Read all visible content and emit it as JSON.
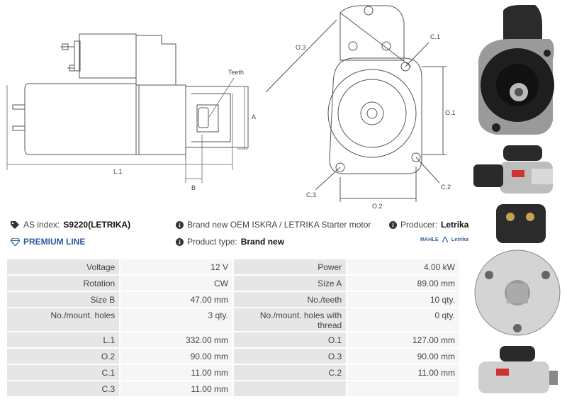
{
  "drawing": {
    "labels": {
      "teeth": "Teeth",
      "a": "A",
      "b": "B",
      "l1": "L.1",
      "o1": "O.1",
      "o2": "O.2",
      "o3": "O.3",
      "c1": "C.1",
      "c2": "C.2",
      "c3": "C.3"
    }
  },
  "info": {
    "as_index_label": "AS index:",
    "as_index_value": "S9220(LETRIKA)",
    "description": "Brand new OEM ISKRA / LETRIKA Starter motor",
    "producer_label": "Producer:",
    "producer_value": "Letrika",
    "premium_label": "PREMIUM LINE",
    "product_type_label": "Product type:",
    "product_type_value": "Brand new",
    "brand_logo_text": "MAHLE",
    "brand_logo_sub": "Letrika"
  },
  "specs": [
    {
      "l1": "Voltage",
      "v1": "12 V",
      "l2": "Power",
      "v2": "4.00 kW"
    },
    {
      "l1": "Rotation",
      "v1": "CW",
      "l2": "Size A",
      "v2": "89.00 mm"
    },
    {
      "l1": "Size B",
      "v1": "47.00 mm",
      "l2": "No./teeth",
      "v2": "10 qty."
    },
    {
      "l1": "No./mount. holes",
      "v1": "3 qty.",
      "l2": "No./mount. holes with thread",
      "v2": "0 qty."
    },
    {
      "l1": "L.1",
      "v1": "332.00 mm",
      "l2": "O.1",
      "v2": "127.00 mm"
    },
    {
      "l1": "O.2",
      "v1": "90.00 mm",
      "l2": "O.3",
      "v2": "90.00 mm"
    },
    {
      "l1": "C.1",
      "v1": "11.00 mm",
      "l2": "C.2",
      "v2": "11.00 mm"
    },
    {
      "l1": "C.3",
      "v1": "11.00 mm",
      "l2": "",
      "v2": ""
    }
  ],
  "colors": {
    "premium_blue": "#2c5aa0",
    "label_bg": "#e6e6e6",
    "value_bg": "#f6f6f6"
  }
}
